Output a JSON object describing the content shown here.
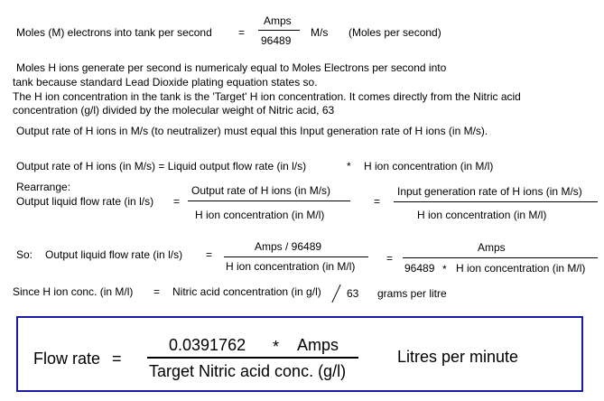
{
  "line1": {
    "lhs": "Moles (M) electrons into tank per second",
    "eq": "=",
    "num": "Amps",
    "den": "96489",
    "unit": "M/s",
    "note": "(Moles per second)"
  },
  "para1": [
    "Moles H ions generate per second is numericaly equal to Moles Electrons  per second  into",
    "tank because standard Lead Dioxide plating equation states so.",
    "The H ion concentration in the tank is the 'Target' H ion concentration. It comes directly from the Nitric acid",
    "concentration (g/l) divided by the molecular weight of Nitric acid, 63"
  ],
  "line_output_rate": "Output rate of H ions in M/s (to neutralizer) must equal this Input generation rate of  H ions (in M/s).",
  "line_output_eq": {
    "lhs": "Output  rate of H ions (in M/s) = Liquid output flow rate (in l/s)",
    "op": "*",
    "rhs": "H ion concentration (in M/l)"
  },
  "rearrange": {
    "label": "Rearrange:",
    "lhs": "Output  liquid flow rate (in l/s)",
    "eq1": "=",
    "num1": "Output  rate of H ions (in M/s)",
    "den1": "H ion concentration (in M/l)",
    "eq2": "=",
    "num2": "Input generation rate of H ions (in M/s)",
    "den2": "H ion concentration (in M/l)"
  },
  "so": {
    "label": "So:",
    "lhs": "Output liquid flow rate (in l/s)",
    "eq1": "=",
    "num1": "Amps / 96489",
    "den1": "H ion concentration (in M/l)",
    "eq2": "=",
    "num2": "Amps",
    "den2_a": "96489",
    "den2_op": "*",
    "den2_b": "H ion concentration (in M/l)"
  },
  "since": {
    "lhs": "Since H ion conc. (in M/l)",
    "eq": "=",
    "rhs": "Nitric acid concentration (in g/l)",
    "den": "63",
    "unit": "grams per litre"
  },
  "flow": {
    "label": "Flow rate",
    "eq": "=",
    "num_a": "0.0391762",
    "num_op": "*",
    "num_b": "Amps",
    "den": "Target Nitric acid conc. (g/l)",
    "unit": "Litres per minute",
    "border_color": "#1a1aa6"
  }
}
